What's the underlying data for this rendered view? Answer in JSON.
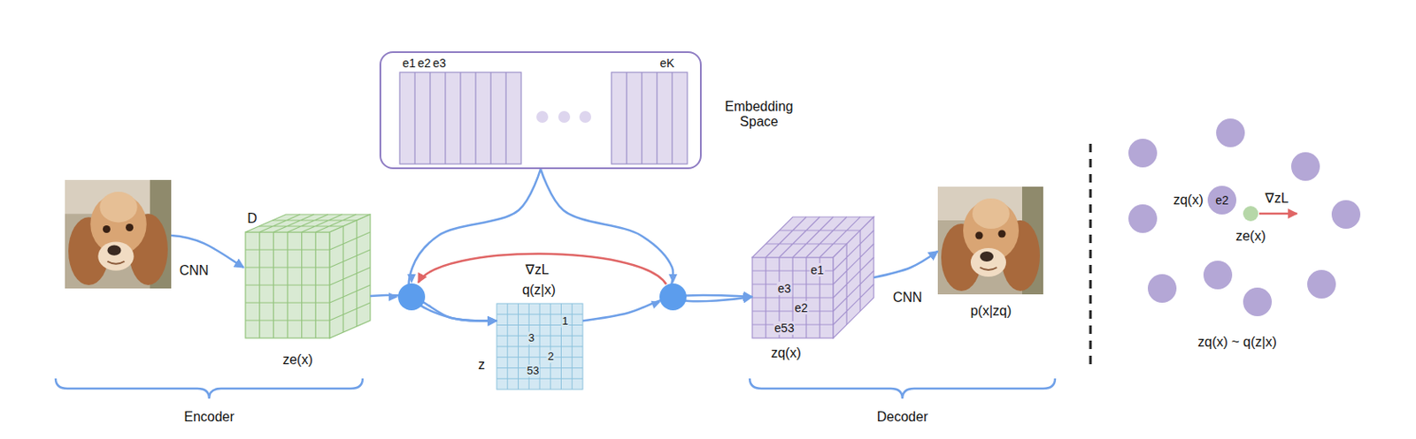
{
  "diagram": {
    "nodes": [
      {
        "text": [
          "e1",
          "e2",
          "e3",
          "eK",
          "Embedding Space"
        ]
      },
      {
        "text": [
          "D",
          "ze(x)"
        ]
      },
      {
        "text": [
          "q(z|x)",
          "1",
          "3",
          "2",
          "53",
          "z"
        ]
      },
      {
        "text": [
          "e1",
          "e3",
          "e2",
          "e53",
          "zq(x)"
        ]
      },
      {
        "text": [
          "p(x|zq)"
        ]
      }
    ],
    "edges": [
      {
        "from": 1,
        "to": 2,
        "arrow": "to"
      },
      {
        "from": 0,
        "to": 2,
        "arrow": "to"
      },
      {
        "from": 2,
        "to": 3,
        "arrow": "to"
      },
      {
        "from": 0,
        "to": 3,
        "arrow": "to"
      },
      {
        "from": 3,
        "to": 4,
        "arrow": "to"
      }
    ],
    "labels": [
      "CNN",
      "∇zL",
      "CNN",
      "Encoder",
      "Decoder",
      "zq(x)",
      "e2",
      "∇zL",
      "ze(x)",
      "zq(x) ~ q(z|x)"
    ]
  }
}
